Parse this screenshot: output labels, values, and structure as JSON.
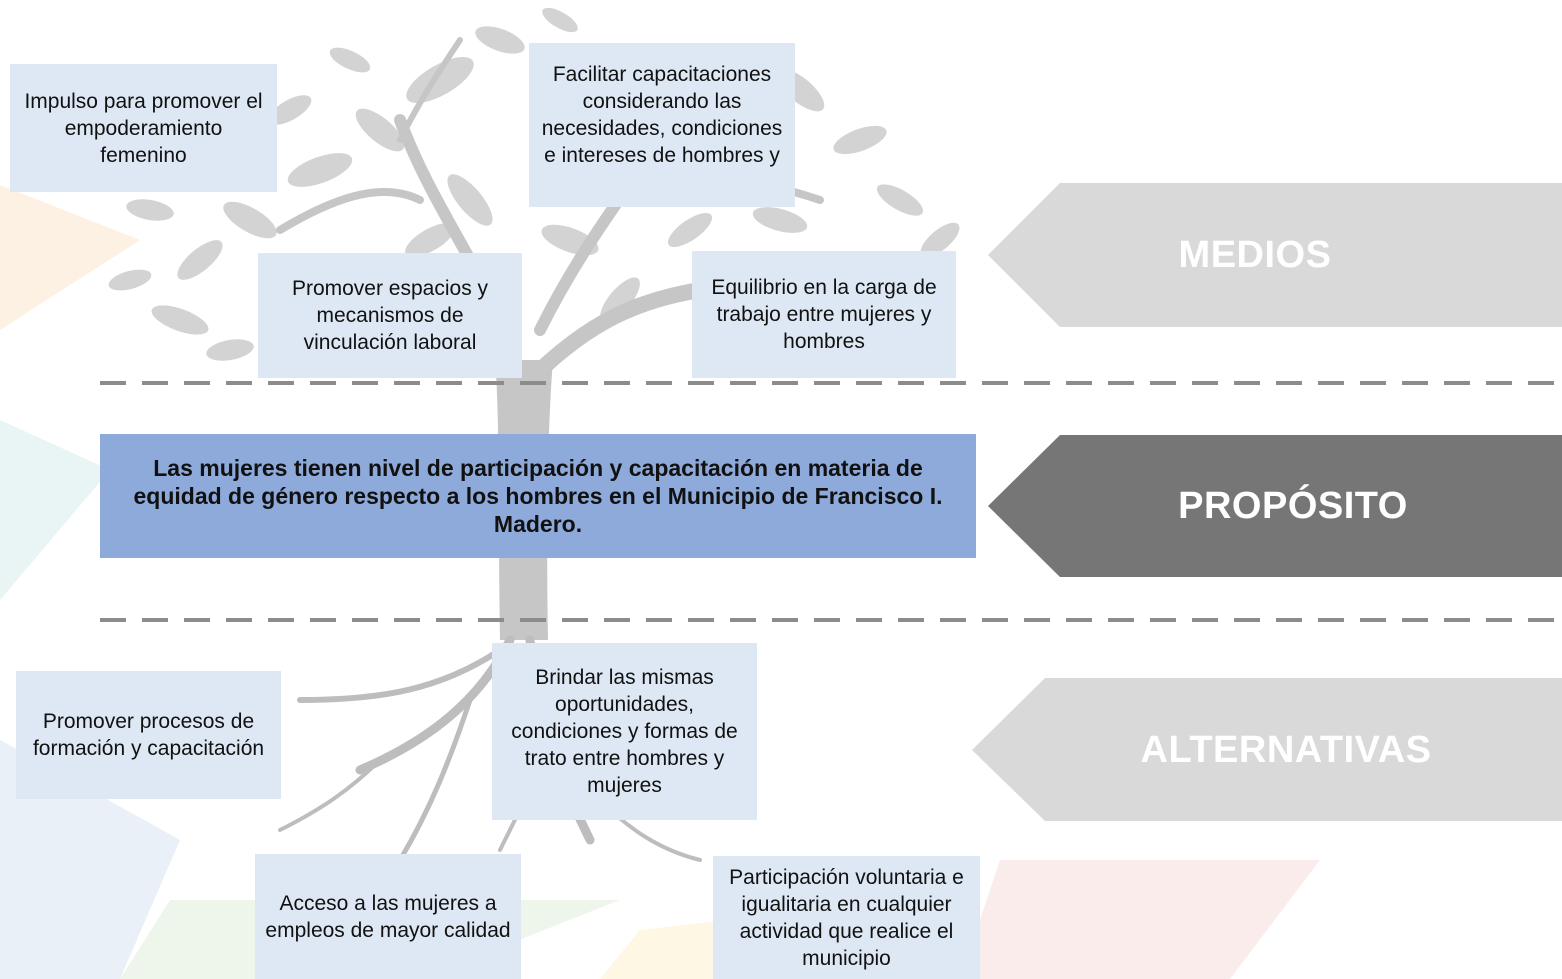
{
  "medios": {
    "label": "MEDIOS",
    "boxes": [
      "Impulso para promover el empoderamiento femenino",
      "Facilitar capacitaciones considerando las necesidades, condiciones e intereses de hombres y",
      "Promover espacios y mecanismos de vinculación laboral",
      "Equilibrio en la carga de trabajo entre mujeres y hombres"
    ]
  },
  "proposito": {
    "label": "PROPÓSITO",
    "text": "Las mujeres tienen nivel de participación y capacitación en materia de equidad de género respecto a los hombres en el Municipio de Francisco I. Madero."
  },
  "alternativas": {
    "label": "ALTERNATIVAS",
    "boxes": [
      "Promover procesos de formación y capacitación",
      "Brindar las mismas oportunidades, condiciones y formas de trato entre hombres y mujeres",
      "Acceso a las mujeres a empleos de mayor calidad",
      "Participación voluntaria e igualitaria en cualquier actividad que realice el municipio"
    ]
  },
  "colors": {
    "box_fill": "#dde8f4",
    "purpose_fill": "#8eaadb",
    "arrow_light": "#d9d9d9",
    "arrow_dark": "#767676",
    "tree": "#c8c8c8"
  }
}
